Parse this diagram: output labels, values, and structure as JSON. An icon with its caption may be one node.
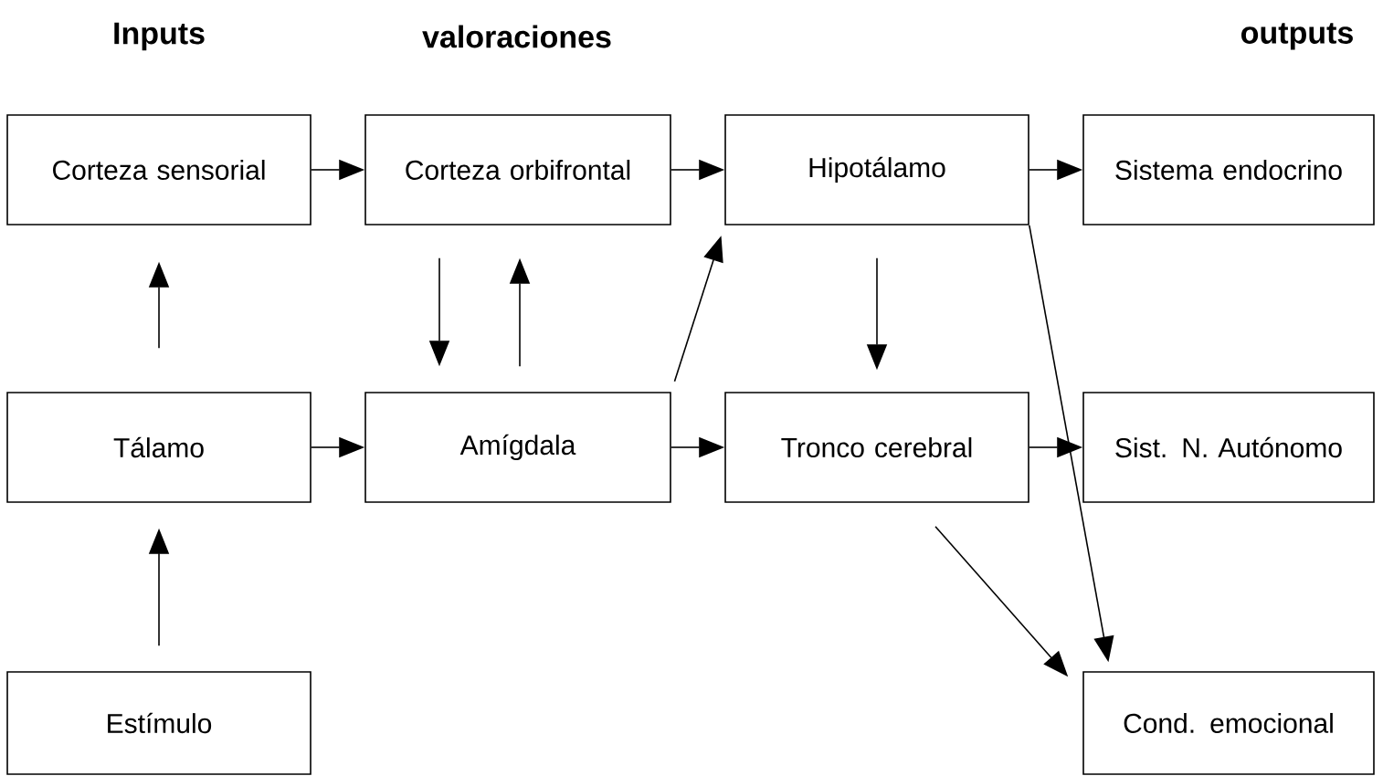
{
  "diagram": {
    "nodes": [
      {
        "text": [
          "Corteza sensorial"
        ]
      },
      {
        "text": [
          "Corteza orbifrontal"
        ]
      },
      {
        "text": [
          "Hipotálamo"
        ]
      },
      {
        "text": [
          "Sistema endocrino"
        ]
      },
      {
        "text": [
          "Tálamo"
        ]
      },
      {
        "text": [
          "Amígdala"
        ]
      },
      {
        "text": [
          "Tronco cerebral"
        ]
      },
      {
        "text": [
          "Sist. N. Autónomo"
        ]
      },
      {
        "text": [
          "Estímulo"
        ]
      },
      {
        "text": [
          "Cond. emocional"
        ]
      }
    ],
    "edges": [
      {
        "from": 0,
        "to": 1,
        "arrow": "to"
      },
      {
        "from": 1,
        "to": 2,
        "arrow": "to"
      },
      {
        "from": 2,
        "to": 3,
        "arrow": "to"
      },
      {
        "from": 4,
        "to": 0,
        "arrow": "to"
      },
      {
        "from": 1,
        "to": 5,
        "arrow": "to"
      },
      {
        "from": 5,
        "to": 1,
        "arrow": "to"
      },
      {
        "from": 5,
        "to": 2,
        "arrow": "to"
      },
      {
        "from": 2,
        "to": 6,
        "arrow": "to"
      },
      {
        "from": 4,
        "to": 5,
        "arrow": "to"
      },
      {
        "from": 5,
        "to": 6,
        "arrow": "to"
      },
      {
        "from": 6,
        "to": 7,
        "arrow": "to"
      },
      {
        "from": 8,
        "to": 4,
        "arrow": "to"
      },
      {
        "from": 6,
        "to": 9,
        "arrow": "to"
      },
      {
        "from": 2,
        "to": 9,
        "arrow": "to"
      }
    ],
    "labels": [
      "Inputs",
      "valoraciones",
      "outputs"
    ]
  }
}
